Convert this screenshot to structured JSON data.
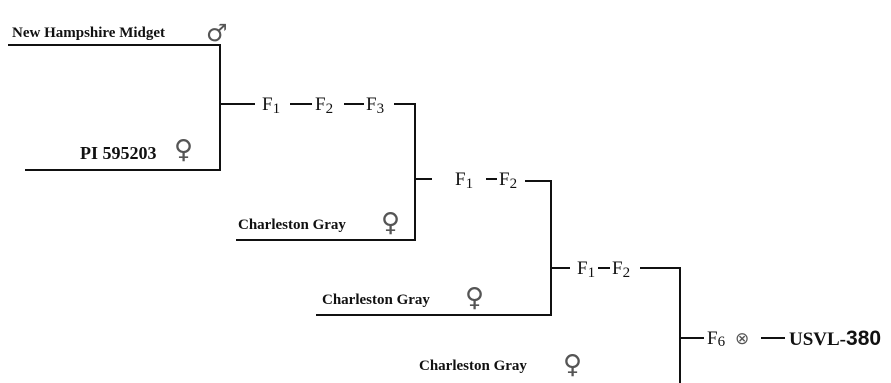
{
  "parents": {
    "p1": {
      "name": "New Hampshire Midget",
      "sex_symbol": "♂"
    },
    "p2": {
      "name": "PI 595203",
      "sex_symbol": "♀"
    },
    "p3": {
      "name": "Charleston Gray",
      "sex_symbol": "♀"
    },
    "p4": {
      "name": "Charleston Gray",
      "sex_symbol": "♀"
    },
    "p5": {
      "name": "Charleston Gray",
      "sex_symbol": "♀"
    }
  },
  "generations": {
    "cross1": {
      "f1": "F",
      "f1_sub": "1",
      "f2": "F",
      "f2_sub": "2",
      "f3": "F",
      "f3_sub": "3"
    },
    "cross2": {
      "f1": "F",
      "f1_sub": "1",
      "f2": "F",
      "f2_sub": "2"
    },
    "cross3": {
      "f1": "F",
      "f1_sub": "1",
      "f2": "F",
      "f2_sub": "2"
    },
    "cross4": {
      "f6": "F",
      "f6_sub": "6",
      "selfing_symbol": "⊗"
    }
  },
  "final_line": {
    "prefix": "USVL-",
    "number": "380"
  }
}
